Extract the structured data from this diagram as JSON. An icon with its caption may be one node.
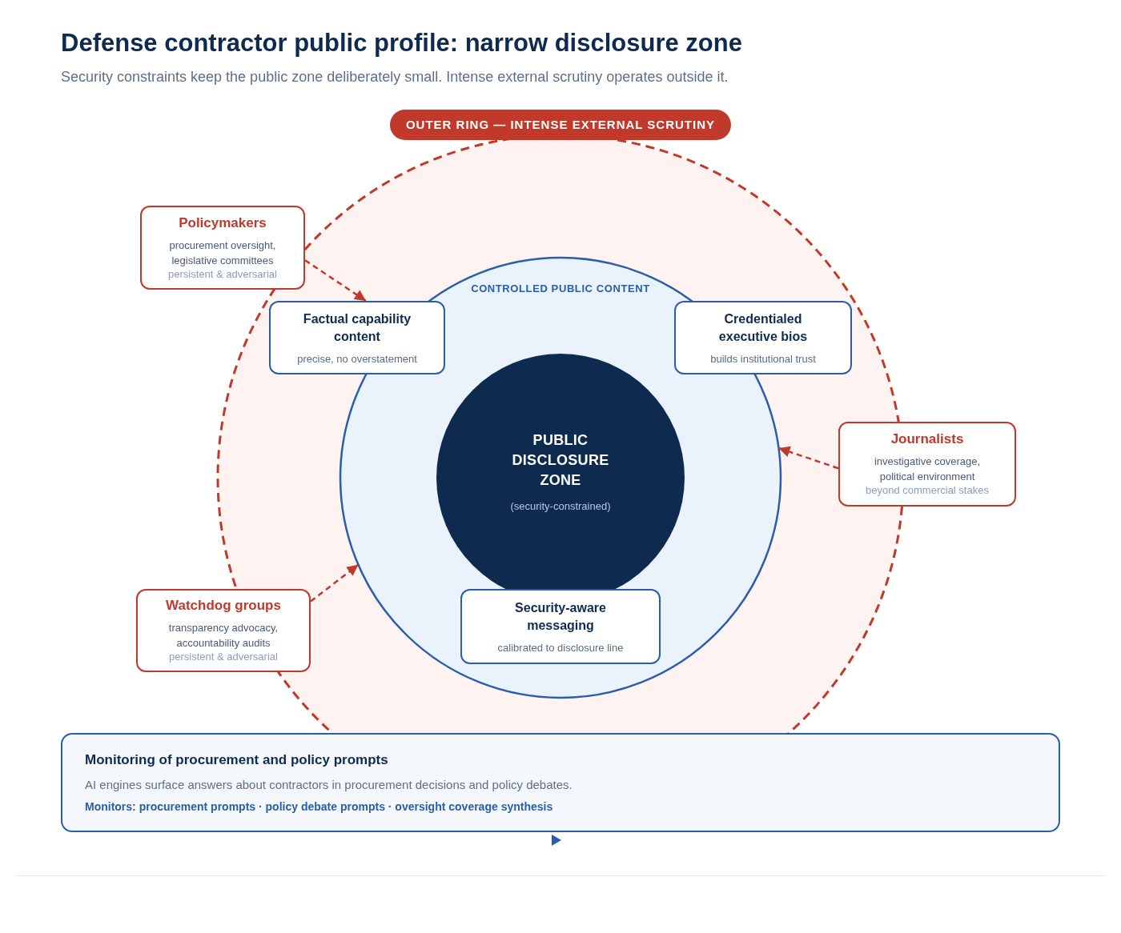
{
  "diagram": {
    "title": "Defense contractor public profile: narrow disclosure zone",
    "nodes": [
      {
        "text": [
          "OUTER RING — INTENSE EXTERNAL SCRUTINY"
        ]
      },
      {
        "text": [
          "Policymakers",
          "procurement oversight, legislative committees",
          "persistent & adversarial"
        ]
      },
      {
        "text": [
          "CONTROLLED PUBLIC CONTENT"
        ],
        "in": 0
      },
      {
        "text": [
          "Factual capability content",
          "precise, no overstatement"
        ],
        "in": 0
      },
      {
        "text": [
          "Credentialed executive bios",
          "builds institutional trust"
        ],
        "in": 0
      },
      {
        "text": [
          "PUBLIC DISCLOSURE ZONE",
          "(security-constrained)"
        ],
        "in": 2
      },
      {
        "text": [
          "Journalists",
          "investigative coverage, political environment",
          "beyond commercial stakes"
        ]
      },
      {
        "text": [
          "Watchdog groups",
          "transparency advocacy, accountability audits",
          "persistent & adversarial"
        ]
      },
      {
        "text": [
          "Security-aware messaging",
          "calibrated to disclosure line"
        ],
        "in": 2
      },
      {
        "text": [
          "Monitoring of procurement and policy prompts",
          "AI engines surface answers about contractors in procurement decisions and policy debates.",
          "Monitors: procurement prompts · policy debate prompts · oversight coverage synthesis"
        ]
      }
    ],
    "edges": [
      {
        "from": 1,
        "to": 3,
        "arrow": "to",
        "style": "dashed"
      },
      {
        "from": 6,
        "to": 2,
        "arrow": "to",
        "style": "dashed"
      },
      {
        "from": 7,
        "to": 2,
        "arrow": "to",
        "style": "dashed"
      }
    ],
    "labels": [
      "Security constraints keep the public zone deliberately small. Intense external scrutiny operates outside it."
    ]
  }
}
